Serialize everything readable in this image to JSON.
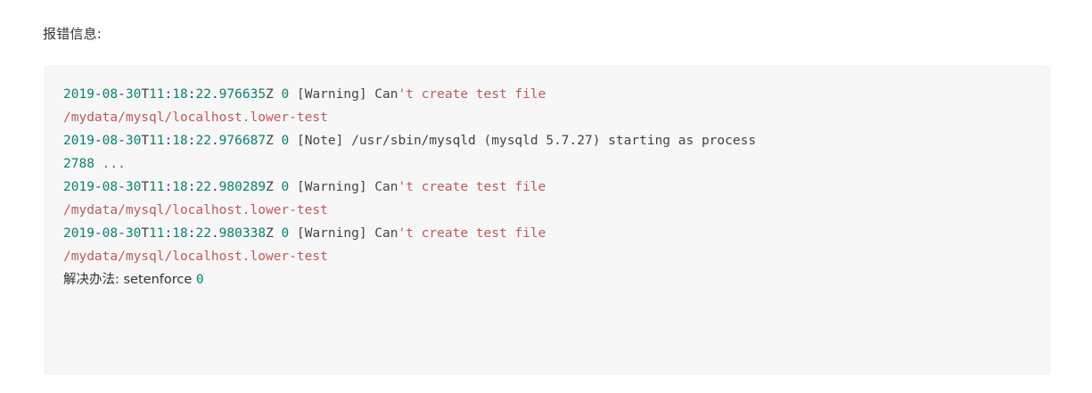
{
  "page": {
    "heading": "报错信息:",
    "background_color": "#ffffff"
  },
  "code_block": {
    "background_color": "#f7f7f7",
    "border_color": "#eeeeee",
    "language": "log",
    "lines": [
      {
        "id": "line-1",
        "tokens": [
          {
            "text": "2019",
            "color": "#0b7f6b"
          },
          {
            "text": "-",
            "color": "#2d31cc"
          },
          {
            "text": "08",
            "color": "#0b7f6b"
          },
          {
            "text": "-",
            "color": "#2d31cc"
          },
          {
            "text": "30",
            "color": "#0b7f6b"
          },
          {
            "text": "T",
            "color": "#444444"
          },
          {
            "text": "11",
            "color": "#0b7f6b"
          },
          {
            "text": ":",
            "color": "#2d31cc"
          },
          {
            "text": "18",
            "color": "#0b7f6b"
          },
          {
            "text": ":",
            "color": "#2d31cc"
          },
          {
            "text": "22",
            "color": "#0b7f6b"
          },
          {
            "text": ".",
            "color": "#2d31cc"
          },
          {
            "text": "976635",
            "color": "#0b7f6b"
          },
          {
            "text": "Z ",
            "color": "#444444"
          },
          {
            "text": "0",
            "color": "#0b7f6b"
          },
          {
            "text": " [Warning] Can",
            "color": "#444444"
          },
          {
            "text": "'t create test file",
            "color": "#bc5a5a"
          }
        ],
        "plain": "2019-08-30T11:18:22.976635Z 0 [Warning] Can't create test file"
      },
      {
        "id": "line-2",
        "tokens": [
          {
            "text": "/mydata/mysql/localhost.lower-test",
            "color": "#bc5a5a"
          }
        ],
        "plain": "/mydata/mysql/localhost.lower-test"
      },
      {
        "id": "line-3",
        "tokens": [
          {
            "text": "2019",
            "color": "#0b7f6b"
          },
          {
            "text": "-",
            "color": "#2d31cc"
          },
          {
            "text": "08",
            "color": "#0b7f6b"
          },
          {
            "text": "-",
            "color": "#2d31cc"
          },
          {
            "text": "30",
            "color": "#0b7f6b"
          },
          {
            "text": "T",
            "color": "#444444"
          },
          {
            "text": "11",
            "color": "#0b7f6b"
          },
          {
            "text": ":",
            "color": "#2d31cc"
          },
          {
            "text": "18",
            "color": "#0b7f6b"
          },
          {
            "text": ":",
            "color": "#2d31cc"
          },
          {
            "text": "22",
            "color": "#0b7f6b"
          },
          {
            "text": ".",
            "color": "#2d31cc"
          },
          {
            "text": "976687",
            "color": "#0b7f6b"
          },
          {
            "text": "Z ",
            "color": "#444444"
          },
          {
            "text": "0",
            "color": "#0b7f6b"
          },
          {
            "text": " [Note] /usr/sbin/mysqld (mysqld 5.7.27) starting as process",
            "color": "#444444"
          }
        ],
        "plain": "2019-08-30T11:18:22.976687Z 0 [Note] /usr/sbin/mysqld (mysqld 5.7.27) starting as process"
      },
      {
        "id": "line-4",
        "tokens": [
          {
            "text": "2788",
            "color": "#0b7f6b"
          },
          {
            "text": " ...",
            "color": "#666666"
          }
        ],
        "plain": "2788 ..."
      },
      {
        "id": "line-5",
        "tokens": [
          {
            "text": "2019",
            "color": "#0b7f6b"
          },
          {
            "text": "-",
            "color": "#2d31cc"
          },
          {
            "text": "08",
            "color": "#0b7f6b"
          },
          {
            "text": "-",
            "color": "#2d31cc"
          },
          {
            "text": "30",
            "color": "#0b7f6b"
          },
          {
            "text": "T",
            "color": "#444444"
          },
          {
            "text": "11",
            "color": "#0b7f6b"
          },
          {
            "text": ":",
            "color": "#2d31cc"
          },
          {
            "text": "18",
            "color": "#0b7f6b"
          },
          {
            "text": ":",
            "color": "#2d31cc"
          },
          {
            "text": "22",
            "color": "#0b7f6b"
          },
          {
            "text": ".",
            "color": "#2d31cc"
          },
          {
            "text": "980289",
            "color": "#0b7f6b"
          },
          {
            "text": "Z ",
            "color": "#444444"
          },
          {
            "text": "0",
            "color": "#0b7f6b"
          },
          {
            "text": " [Warning] Can",
            "color": "#444444"
          },
          {
            "text": "'t create test file",
            "color": "#bc5a5a"
          }
        ],
        "plain": "2019-08-30T11:18:22.980289Z 0 [Warning] Can't create test file"
      },
      {
        "id": "line-6",
        "tokens": [
          {
            "text": "/mydata/mysql/localhost.lower-test",
            "color": "#bc5a5a"
          }
        ],
        "plain": "/mydata/mysql/localhost.lower-test"
      },
      {
        "id": "line-7",
        "tokens": [
          {
            "text": "2019",
            "color": "#0b7f6b"
          },
          {
            "text": "-",
            "color": "#2d31cc"
          },
          {
            "text": "08",
            "color": "#0b7f6b"
          },
          {
            "text": "-",
            "color": "#2d31cc"
          },
          {
            "text": "30",
            "color": "#0b7f6b"
          },
          {
            "text": "T",
            "color": "#444444"
          },
          {
            "text": "11",
            "color": "#0b7f6b"
          },
          {
            "text": ":",
            "color": "#2d31cc"
          },
          {
            "text": "18",
            "color": "#0b7f6b"
          },
          {
            "text": ":",
            "color": "#2d31cc"
          },
          {
            "text": "22",
            "color": "#0b7f6b"
          },
          {
            "text": ".",
            "color": "#2d31cc"
          },
          {
            "text": "980338",
            "color": "#0b7f6b"
          },
          {
            "text": "Z ",
            "color": "#444444"
          },
          {
            "text": "0",
            "color": "#0b7f6b"
          },
          {
            "text": " [Warning] Can",
            "color": "#444444"
          },
          {
            "text": "'t create test file",
            "color": "#bc5a5a"
          }
        ],
        "plain": "2019-08-30T11:18:22.980338Z 0 [Warning] Can't create test file"
      },
      {
        "id": "line-8",
        "tokens": [
          {
            "text": "/mydata/mysql/localhost.lower-test",
            "color": "#bc5a5a"
          }
        ],
        "plain": "/mydata/mysql/localhost.lower-test"
      },
      {
        "id": "line-9",
        "tokens": [
          {
            "text": "解决办法: setenforce ",
            "color": "#333333",
            "cjk": true
          },
          {
            "text": "0",
            "color": "#0b7f6b"
          }
        ],
        "plain": "解决办法: setenforce 0"
      }
    ]
  }
}
